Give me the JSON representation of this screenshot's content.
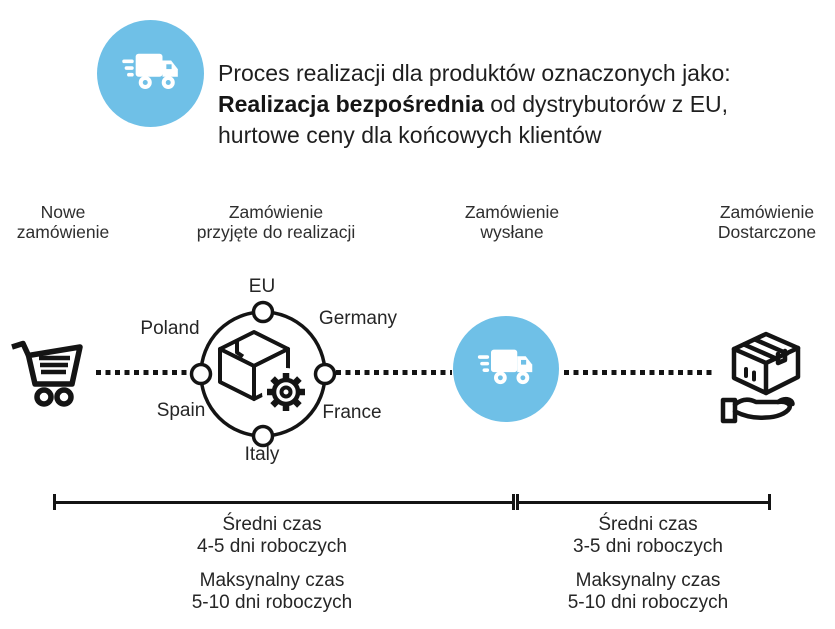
{
  "colors": {
    "accent_blue": "#6FC0E7",
    "icon_ink": "#141414"
  },
  "header": {
    "intro": "Proces realizacji dla produktów oznaczonych jako:\n",
    "highlight": "Realizacja bezpośrednia",
    "after_highlight": " od dystrybutorów z EU,\nhurtowe ceny dla końcowych klientów"
  },
  "stages": {
    "new_order": "Nowe\nzamówienie",
    "accepted": "Zamówienie\nprzyjęte do realizacji",
    "shipped": "Zamówienie\nwysłane",
    "delivered": "Zamówienie\nDostarczone"
  },
  "hub_countries": {
    "top": "EU",
    "top_left": "Poland",
    "top_right": "Germany",
    "bottom_left": "Spain",
    "bottom_right": "France",
    "bottom": "Italy"
  },
  "timing": {
    "left": {
      "average": "Średni czas\n4-5 dni roboczych",
      "maximum": "Maksynalny czas\n5-10 dni roboczych"
    },
    "right": {
      "average": "Średni czas\n3-5 dni roboczych",
      "maximum": "Maksynalny czas\n5-10 dni roboczych"
    }
  }
}
